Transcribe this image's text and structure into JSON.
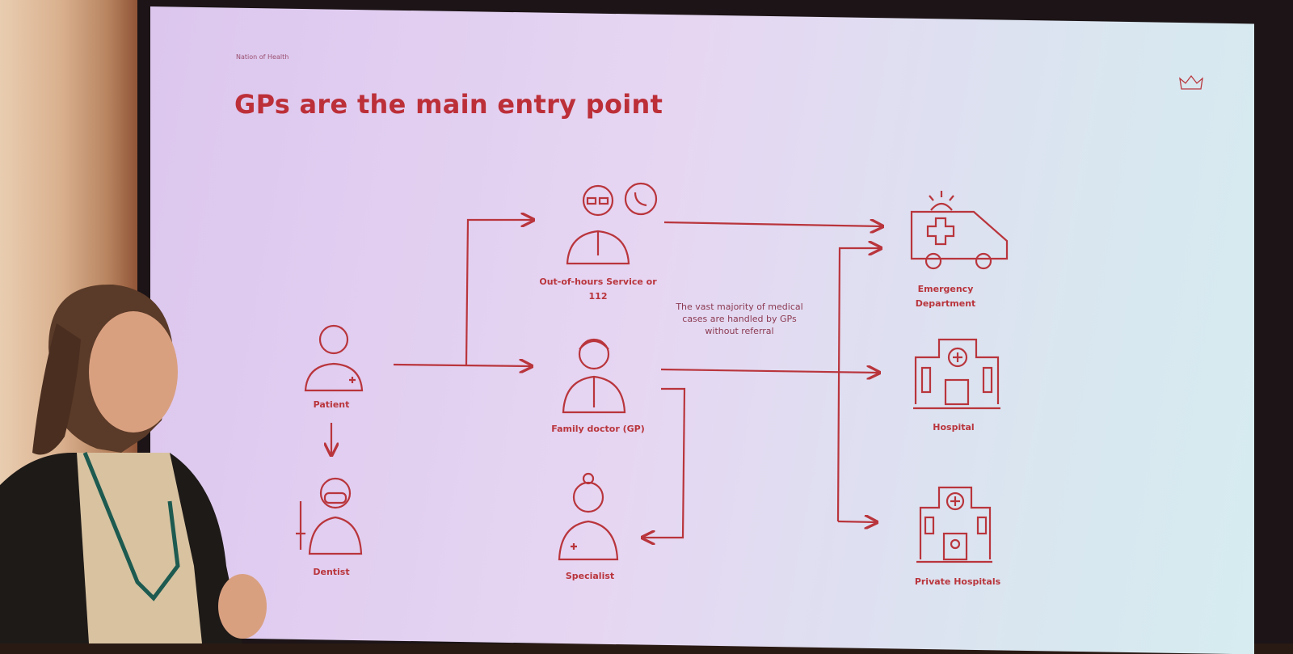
{
  "slide": {
    "brand": "Nation of Health",
    "title": "GPs are the main entry point",
    "note": "The vast majority of medical cases are handled by GPs without referral",
    "nodes": {
      "patient": "Patient",
      "dentist": "Dentist",
      "out_of_hours": "Out-of-hours Service or 112",
      "gp": "Family doctor (GP)",
      "specialist": "Specialist",
      "emergency": "Emergency Department",
      "hospital": "Hospital",
      "private": "Private Hospitals"
    },
    "colors": {
      "accent": "#b9353c"
    }
  }
}
